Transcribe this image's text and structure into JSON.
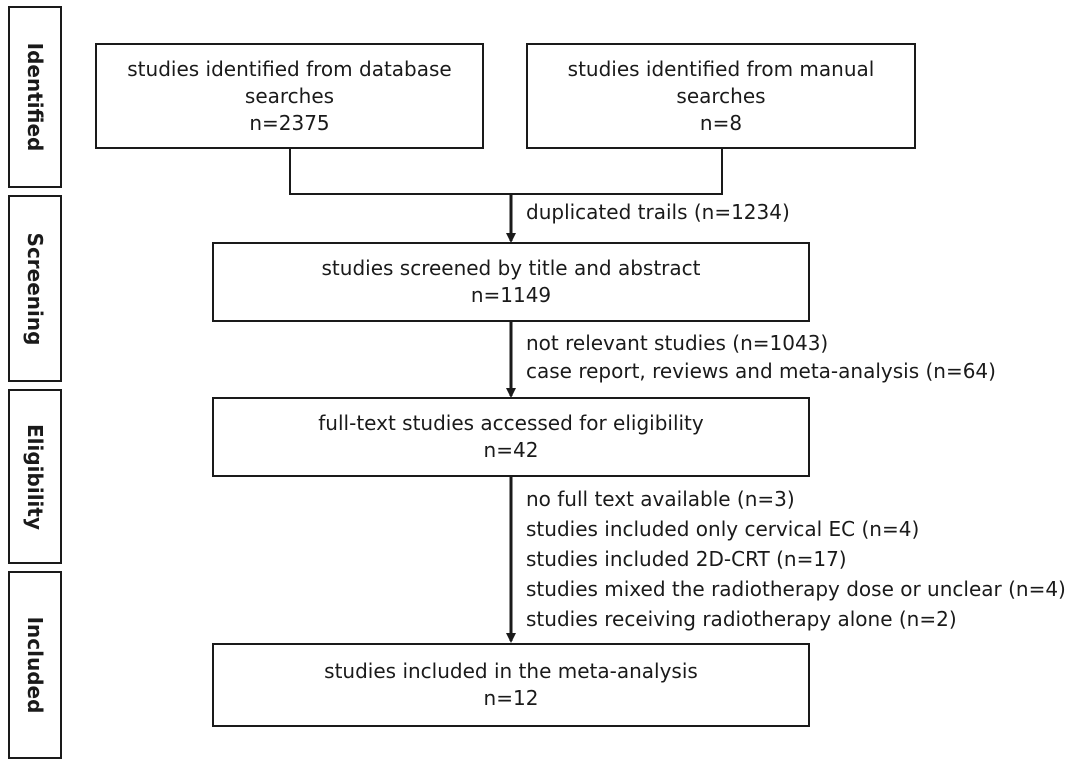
{
  "stages": [
    {
      "label": "Identified"
    },
    {
      "label": "Screening"
    },
    {
      "label": "Eligibility"
    },
    {
      "label": "Included"
    }
  ],
  "boxes": {
    "database": {
      "lines": [
        "studies identified from database",
        "searches",
        "n=2375"
      ]
    },
    "manual": {
      "lines": [
        "studies identified from manual",
        "searches",
        "n=8"
      ]
    },
    "screened": {
      "lines": [
        "studies screened by title and abstract",
        "n=1149"
      ]
    },
    "fulltext": {
      "lines": [
        "full-text studies accessed for eligibility",
        "n=42"
      ]
    },
    "included": {
      "lines": [
        "studies included in the meta-analysis",
        "n=12"
      ]
    }
  },
  "exclusions": {
    "duplicates": [
      "duplicated trails (n=1234)"
    ],
    "screening": [
      "not relevant studies (n=1043)",
      "case report, reviews and meta-analysis (n=64)"
    ],
    "eligibility": [
      "no full text available (n=3)",
      "studies included only cervical EC (n=4)",
      "studies included 2D-CRT (n=17)",
      "studies mixed the radiotherapy dose or unclear (n=4)",
      "studies receiving radiotherapy alone (n=2)"
    ]
  }
}
